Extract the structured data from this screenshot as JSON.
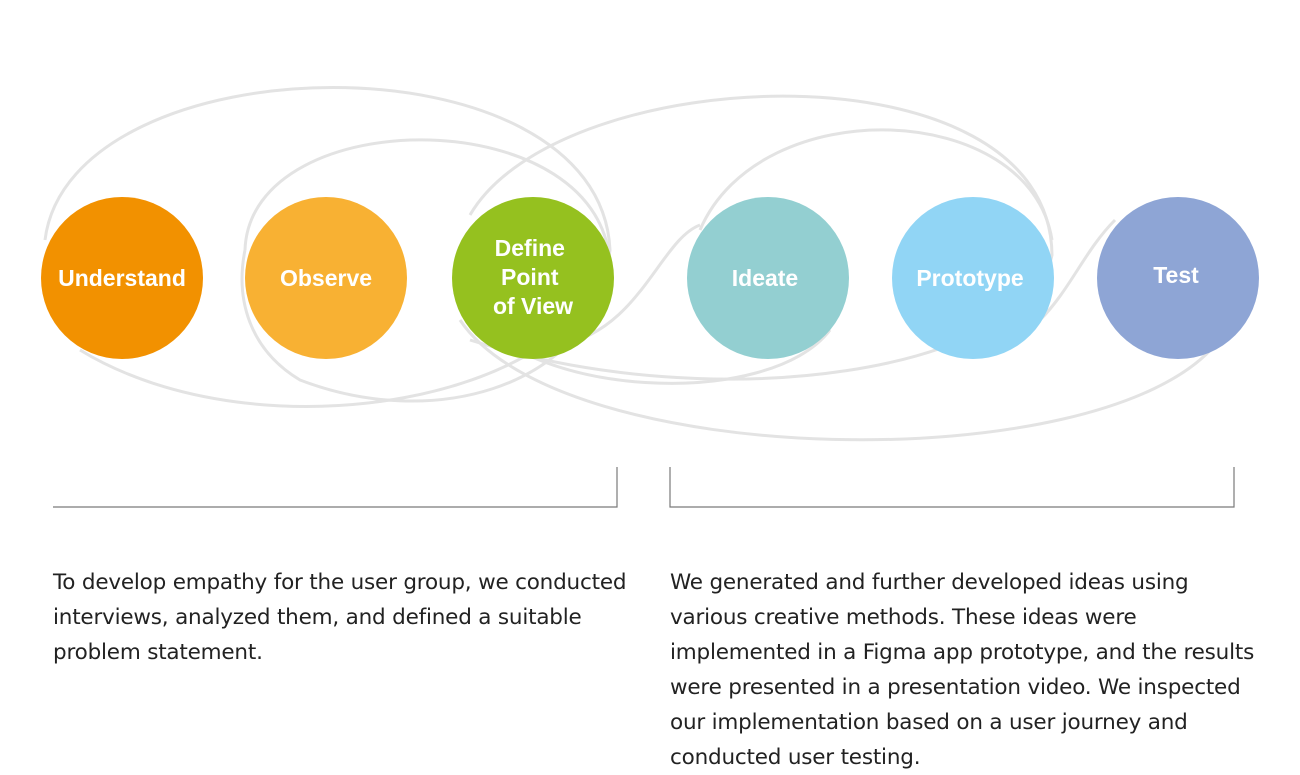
{
  "stages": [
    {
      "id": "understand",
      "lines": [
        "Understand"
      ],
      "color": "#f29100"
    },
    {
      "id": "observe",
      "lines": [
        "Observe"
      ],
      "color": "#f8b133"
    },
    {
      "id": "define-point-of-view",
      "lines": [
        "Define",
        "Point",
        "of View"
      ],
      "color": "#95c11f"
    },
    {
      "id": "ideate",
      "lines": [
        "Ideate"
      ],
      "color": "#93cfd1"
    },
    {
      "id": "prototype",
      "lines": [
        "Prototype"
      ],
      "color": "#91d5f5"
    },
    {
      "id": "test",
      "lines": [
        "Test"
      ],
      "color": "#8ea5d5"
    }
  ],
  "descriptions": {
    "left": "To develop empathy for the user group, we conducted interviews, analyzed them, and defined a suitable problem statement.",
    "right": "We generated and further developed ideas using various creative methods. These ideas were implemented in a Figma app prototype, and the results were presented in a presentation video. We inspected our implementation based on a user journey and conducted user testing."
  }
}
